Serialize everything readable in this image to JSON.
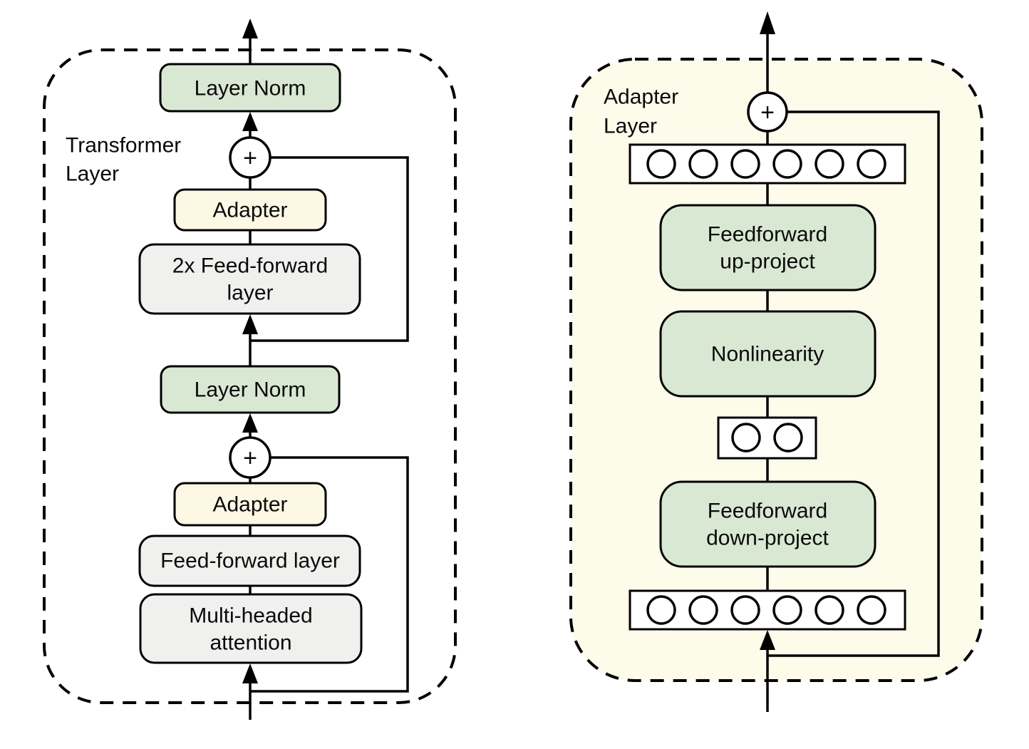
{
  "colors": {
    "green": "#D9E8D2",
    "cream": "#FCF8E3",
    "panel_bg": "#FDFBEA",
    "gray": "#F0F0EF",
    "white": "#FFFFFF",
    "stroke": "#000000"
  },
  "left_panel": {
    "label": {
      "line1": "Transformer",
      "line2": "Layer"
    },
    "plus_top": "+",
    "plus_bottom": "+",
    "boxes": {
      "layer_norm_top": "Layer Norm",
      "adapter_top": "Adapter",
      "feed_forward_2x": {
        "line1": "2x Feed-forward",
        "line2": "layer"
      },
      "layer_norm_mid": "Layer Norm",
      "adapter_bottom": "Adapter",
      "feed_forward": "Feed-forward layer",
      "multi_head": {
        "line1": "Multi-headed",
        "line2": "attention"
      }
    }
  },
  "right_panel": {
    "label": {
      "line1": "Adapter",
      "line2": "Layer"
    },
    "plus": "+",
    "boxes": {
      "up_project": {
        "line1": "Feedforward",
        "line2": "up-project"
      },
      "nonlinearity": "Nonlinearity",
      "down_project": {
        "line1": "Feedforward",
        "line2": "down-project"
      }
    },
    "feature_rows": {
      "top_count": 6,
      "bottleneck_count": 2,
      "bottom_count": 6
    }
  }
}
